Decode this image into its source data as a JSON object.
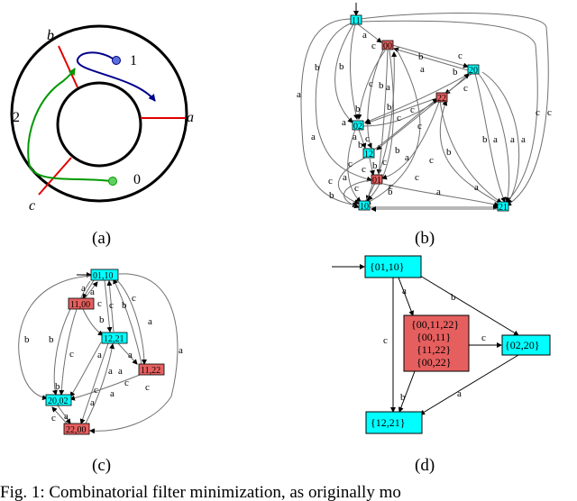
{
  "colors": {
    "state_cyan": "#00ffff",
    "state_red": "#e65f5f",
    "path_blue": "#00008b",
    "path_green": "#009900",
    "boundary_red": "#e00000",
    "edge_gray": "#707070"
  },
  "panels": {
    "a": {
      "label": "(a)",
      "region_labels": [
        "1",
        "2",
        "0"
      ],
      "boundary_labels": [
        "a",
        "b",
        "c"
      ]
    },
    "b": {
      "label": "(b)",
      "nodes": [
        "11",
        "00",
        "20",
        "22",
        "02",
        "12",
        "01",
        "10",
        "21"
      ],
      "node_colors": [
        "cyan",
        "red",
        "cyan",
        "red",
        "cyan",
        "cyan",
        "red",
        "cyan",
        "cyan"
      ],
      "edge_labels": [
        "a",
        "c",
        "b",
        "a",
        "c",
        "b",
        "c",
        "b",
        "a",
        "b",
        "c",
        "b",
        "a",
        "b",
        "a",
        "c",
        "c",
        "c",
        "b",
        "a",
        "c",
        "b",
        "c",
        "b",
        "c",
        "a",
        "c",
        "b",
        "b",
        "a",
        "a",
        "a",
        "a",
        "b",
        "c",
        "c",
        "b",
        "c",
        "a",
        "a",
        "c",
        "c",
        "a",
        "c",
        "b",
        "c"
      ]
    },
    "c": {
      "label": "(c)",
      "nodes": [
        "01,10",
        "11,00",
        "12,21",
        "11,22",
        "20,02",
        "22,00"
      ],
      "node_colors": [
        "cyan",
        "red",
        "cyan",
        "red",
        "cyan",
        "red"
      ],
      "edge_labels": [
        "a",
        "a",
        "c",
        "b",
        "c",
        "b",
        "c",
        "a",
        "a",
        "b",
        "b",
        "c",
        "a",
        "c",
        "a",
        "a",
        "a",
        "c",
        "a",
        "a",
        "b",
        "c",
        "a",
        "c"
      ]
    },
    "d": {
      "label": "(d)",
      "nodes": [
        "{01,10}",
        "{02,20}",
        "{12,21}"
      ],
      "center_node_lines": [
        "{00,11,22}",
        "{00,11}",
        "{11,22}",
        "{00,22}"
      ],
      "edge_labels": [
        "a",
        "b",
        "c",
        "c",
        "b",
        "a"
      ]
    }
  },
  "caption": "Fig. 1: Combinatorial filter minimization, as originally mo"
}
